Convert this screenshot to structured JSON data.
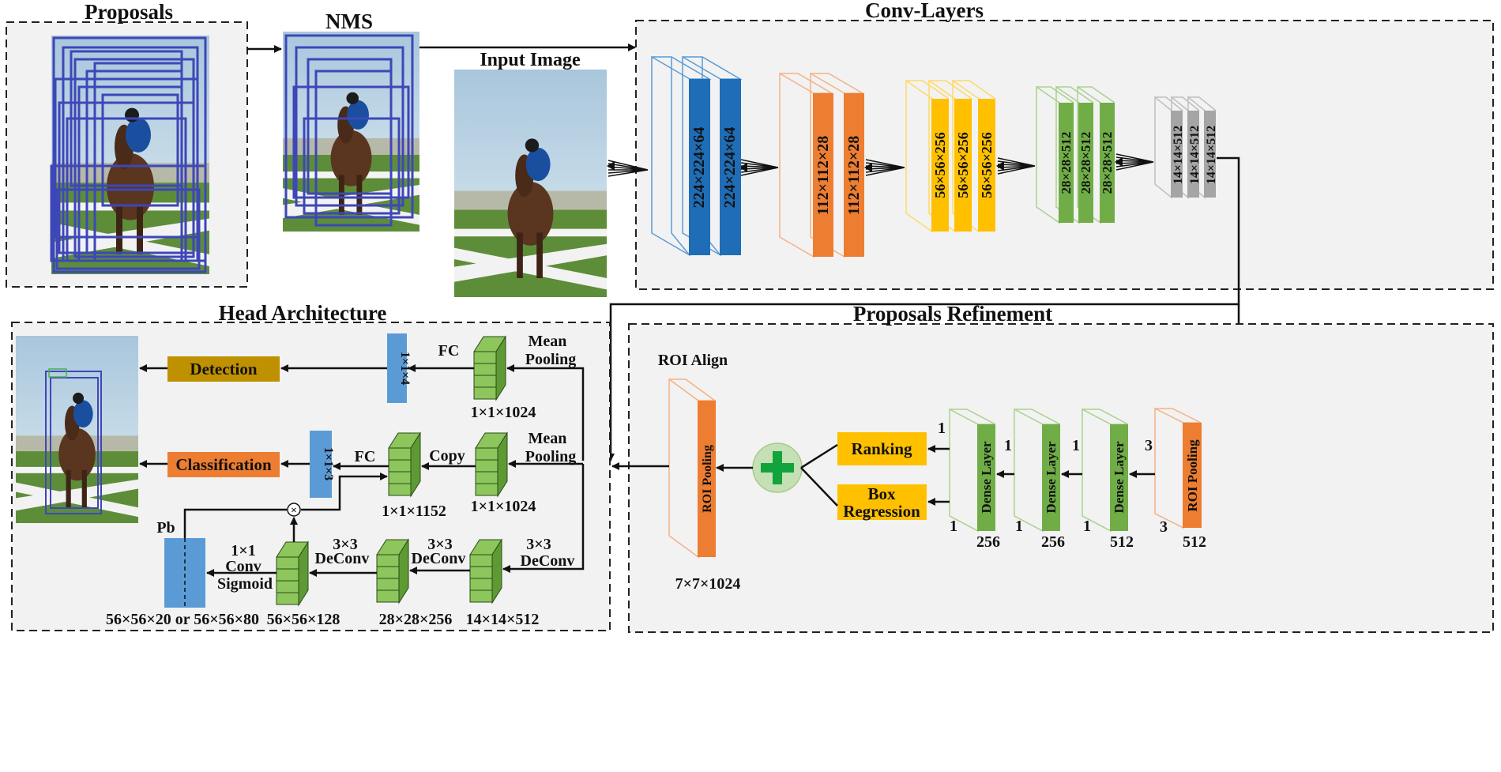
{
  "panels": {
    "proposals": "Proposals",
    "nms": "NMS",
    "conv_layers": "Conv-Layers",
    "input_image": "Input Image",
    "head_architecture": "Head Architecture",
    "proposals_refinement": "Proposals Refinement"
  },
  "conv_blocks": [
    "224×224×64",
    "224×224×64",
    "112×112×28",
    "112×112×28",
    "56×56×256",
    "56×56×256",
    "56×56×256",
    "28×28×512",
    "28×28×512",
    "28×28×512",
    "14×14×512",
    "14×14×512",
    "14×14×512"
  ],
  "refinement": {
    "roi_align": "ROI Align",
    "roi_pooling_left": "ROI Pooling",
    "roi_pooling_left_dim": "7×7×1024",
    "ranking": "Ranking",
    "box_regression_line1": "Box",
    "box_regression_line2": "Regression",
    "dense_label": "Dense Layer",
    "dense_dims": [
      "256",
      "256",
      "512"
    ],
    "roi_pooling_right": "ROI Pooling",
    "roi_pooling_right_dim": "512",
    "one": "1",
    "three": "3"
  },
  "head": {
    "detection": "Detection",
    "classification": "Classification",
    "fc_top_dim": "1×1×4",
    "fc_mid_dim": "1×1×3",
    "fc": "FC",
    "mean": "Mean",
    "pooling": "Pooling",
    "copy": "Copy",
    "dim_1024_top": "1×1×1024",
    "dim_1024_mid": "1×1×1024",
    "dim_1152": "1×1×1152",
    "deconv_3x3": "3×3",
    "deconv": "DeConv",
    "conv_1x1": "1×1",
    "conv": "Conv",
    "sigmoid": "Sigmoid",
    "pb": "Pb",
    "pb_dim": "56×56×20 or 56×56×80",
    "dim_56_128": "56×56×128",
    "dim_28_256": "28×28×256",
    "dim_14_512": "14×14×512",
    "multiply": "×"
  },
  "colors": {
    "blue": "#1f6db6",
    "orange": "#ed7d31",
    "yellow": "#ffc000",
    "green": "#70ad47",
    "gray": "#a5a5a5",
    "box_blue": "#5b9bd5",
    "detection": "#bf9000",
    "panel_bg": "#f2f2f2"
  }
}
